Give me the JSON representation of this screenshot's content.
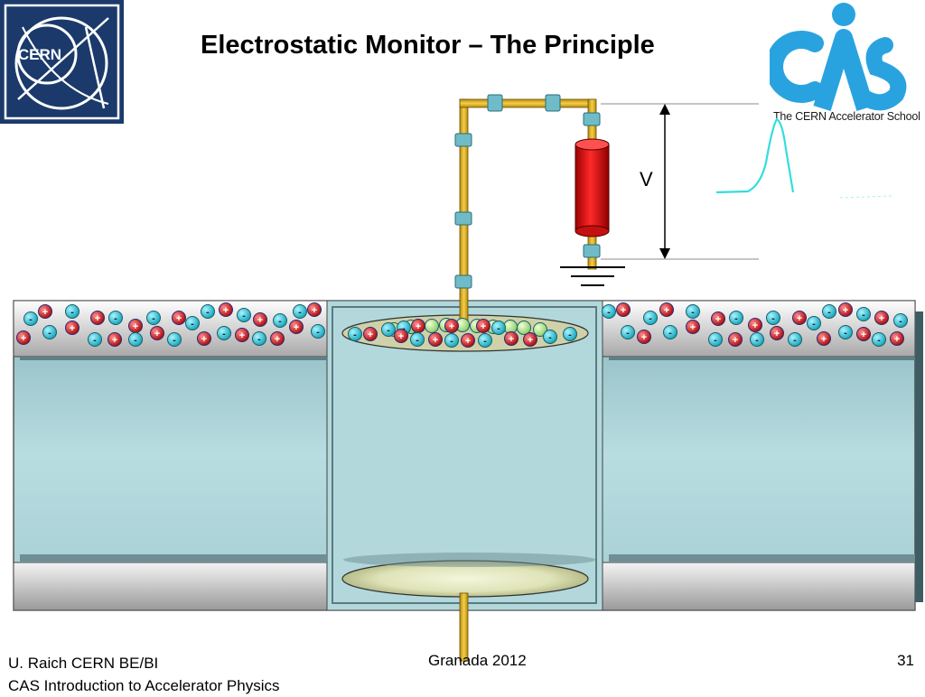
{
  "slide": {
    "title": "Electrostatic Monitor – The Principle",
    "slide_number": "31"
  },
  "logos": {
    "cern_text": "CERN",
    "cas_text": "The CERN Accelerator School",
    "cern_bg": "#1b3a6b",
    "cas_color": "#29a3e0"
  },
  "diagram": {
    "voltage_label": "V",
    "positive_symbol": "+",
    "negative_symbol": "-"
  },
  "footer": {
    "author": "U. Raich  CERN BE/BI",
    "course": "CAS Introduction to Accelerator Physics",
    "event": "Granada 2012"
  },
  "colors": {
    "pipe_interior": "#b4dadf",
    "wire": "#e0b020",
    "resistor": "#e01010",
    "signal": "#33dddd",
    "positive_charge": "#d42020",
    "negative_charge": "#33c5d5"
  }
}
